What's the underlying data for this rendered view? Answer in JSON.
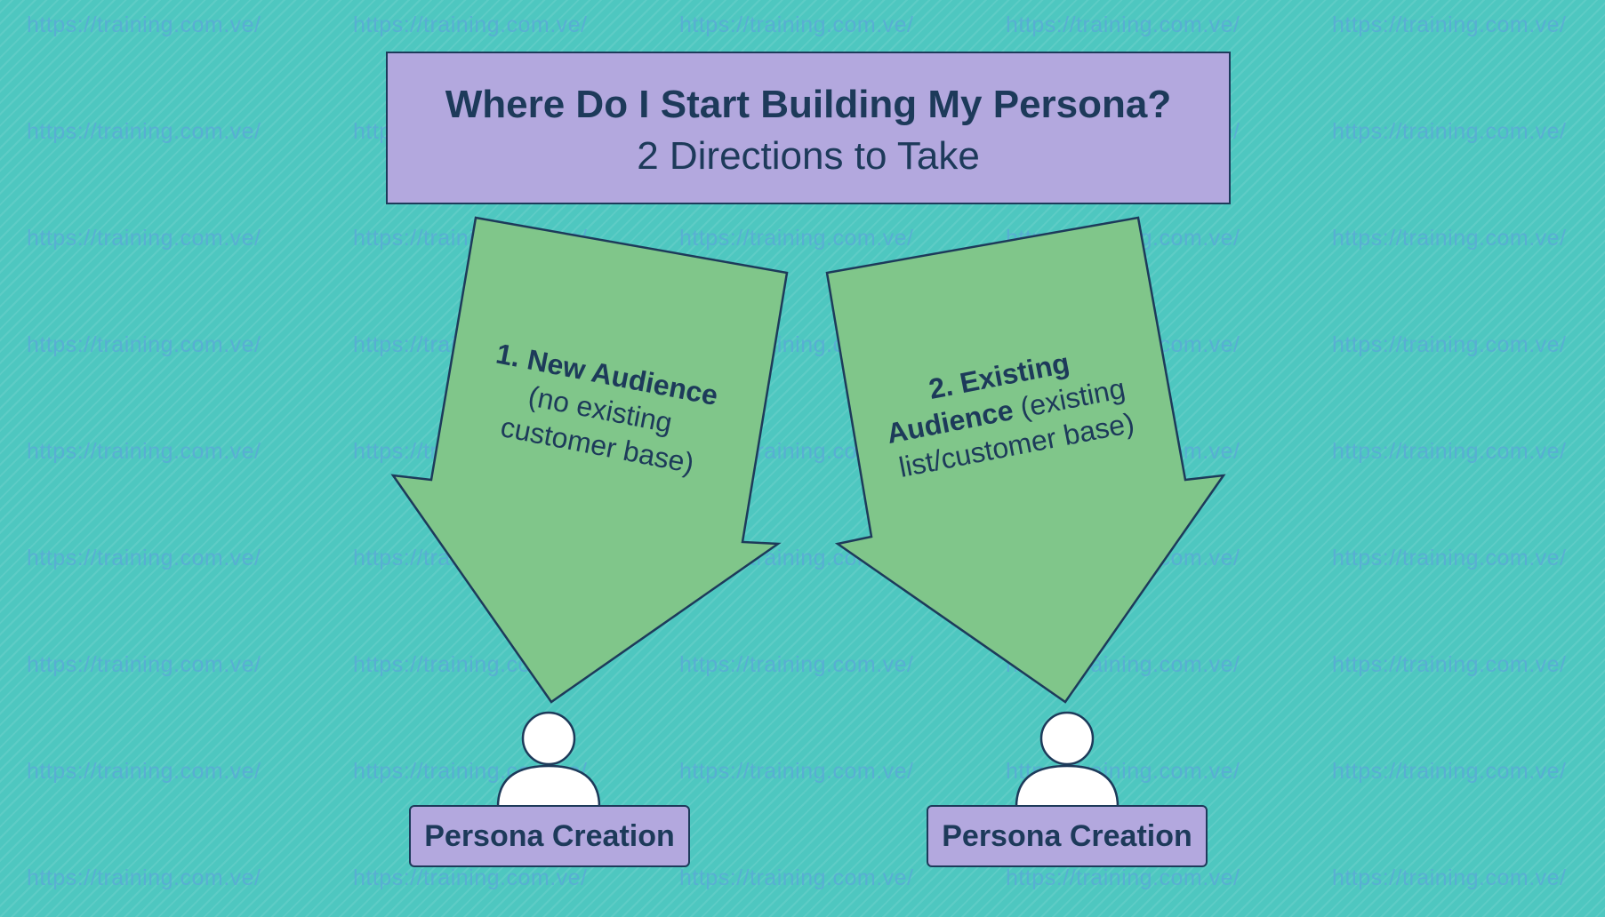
{
  "watermark": "https://training.com.ve/",
  "title": {
    "main": "Where Do I Start Building My Persona?",
    "sub": "2 Directions to Take"
  },
  "arrows": [
    {
      "lines": [
        {
          "bold": "1. New Audience",
          "normal": ""
        },
        {
          "bold": "",
          "normal": "(no existing"
        },
        {
          "bold": "",
          "normal": "customer base)"
        }
      ]
    },
    {
      "lines": [
        {
          "bold": "2. Existing",
          "normal": ""
        },
        {
          "bold": "Audience",
          "normal": " (existing"
        },
        {
          "bold": "",
          "normal": "list/customer base)"
        }
      ]
    }
  ],
  "personas": [
    {
      "label": "Persona Creation"
    },
    {
      "label": "Persona Creation"
    }
  ],
  "colors": {
    "background": "#4ec7c0",
    "box_fill": "#b3a8de",
    "arrow_fill": "#80c68a",
    "outline": "#1d3a5a",
    "watermark": "#5aa7d8"
  }
}
